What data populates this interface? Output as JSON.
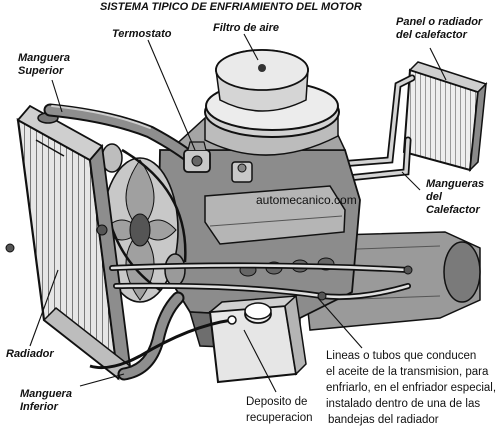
{
  "title": "SISTEMA TIPICO DE ENFRIAMIENTO DEL MOTOR",
  "watermark": "automecanico.com",
  "colors": {
    "ink": "#111111",
    "shade": "#6e6e6e",
    "light": "#d9d9d9",
    "mid": "#a8a8a8"
  },
  "labels": {
    "termostato": "Termostato",
    "filtro": "Filtro de aire",
    "panel": [
      "Panel o radiador",
      "del calefactor"
    ],
    "manguera_superior": [
      "Manguera",
      "Superior"
    ],
    "mangueras_calefactor": [
      "Mangueras",
      "del",
      "Calefactor"
    ],
    "radiador": "Radiador",
    "manguera_inferior": [
      "Manguera",
      "Inferior"
    ],
    "deposito": [
      "Deposito de",
      "recuperacion"
    ],
    "lineas": [
      "Lineas o tubos que conducen",
      "el aceite de la transmision, para",
      "enfriarlo, en el enfriador especial,",
      "instalado dentro de una de las",
      "bandejas del radiador"
    ]
  }
}
